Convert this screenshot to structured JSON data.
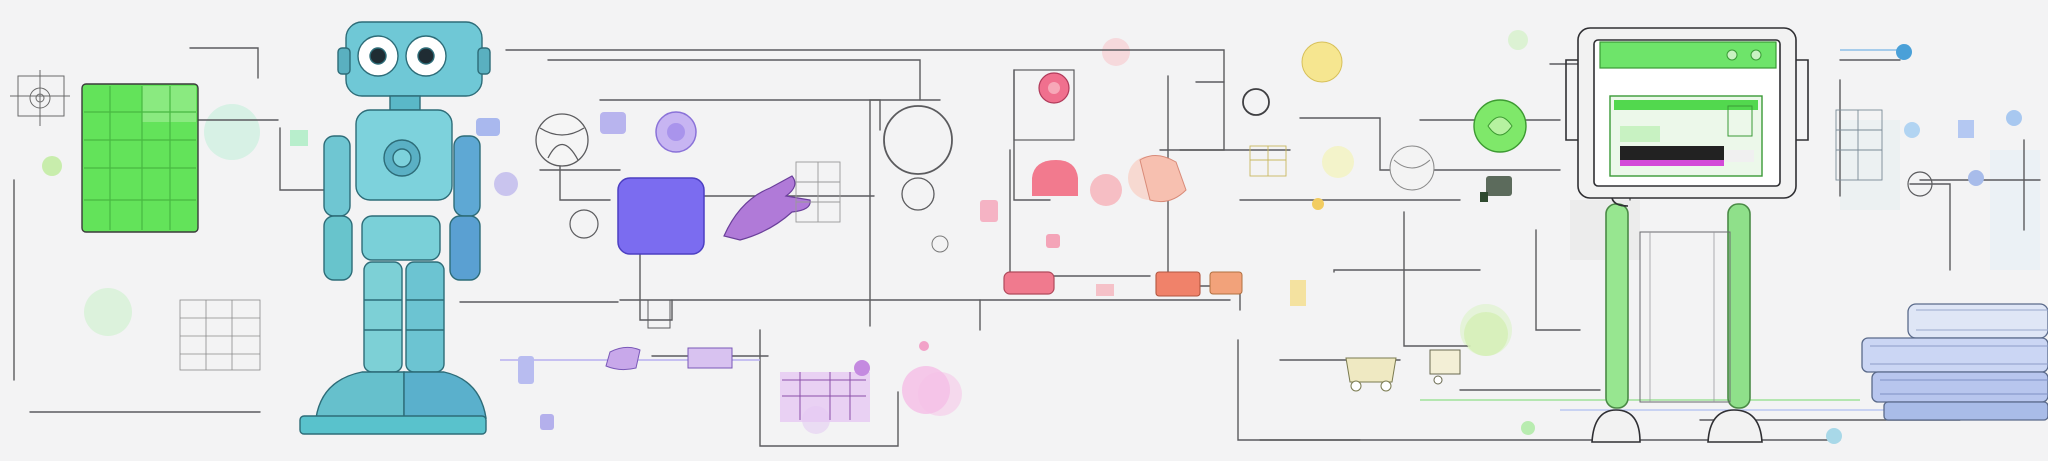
{
  "illustration": {
    "palette": {
      "background": "#f3f3f4",
      "line": "#5b5b5e",
      "robot_teal": "#6fd3d6",
      "robot_blue": "#5aa8d8",
      "green": "#63e35a",
      "purple": "#7b6cf0",
      "violet": "#a066d8",
      "pink": "#f06a8f",
      "salmon": "#f08a6a",
      "yellow": "#f2e27a"
    },
    "motifs": [
      "robot-character",
      "machine-robot",
      "green-grid-panel",
      "purple-square",
      "circuit-lines",
      "stacked-books"
    ]
  }
}
